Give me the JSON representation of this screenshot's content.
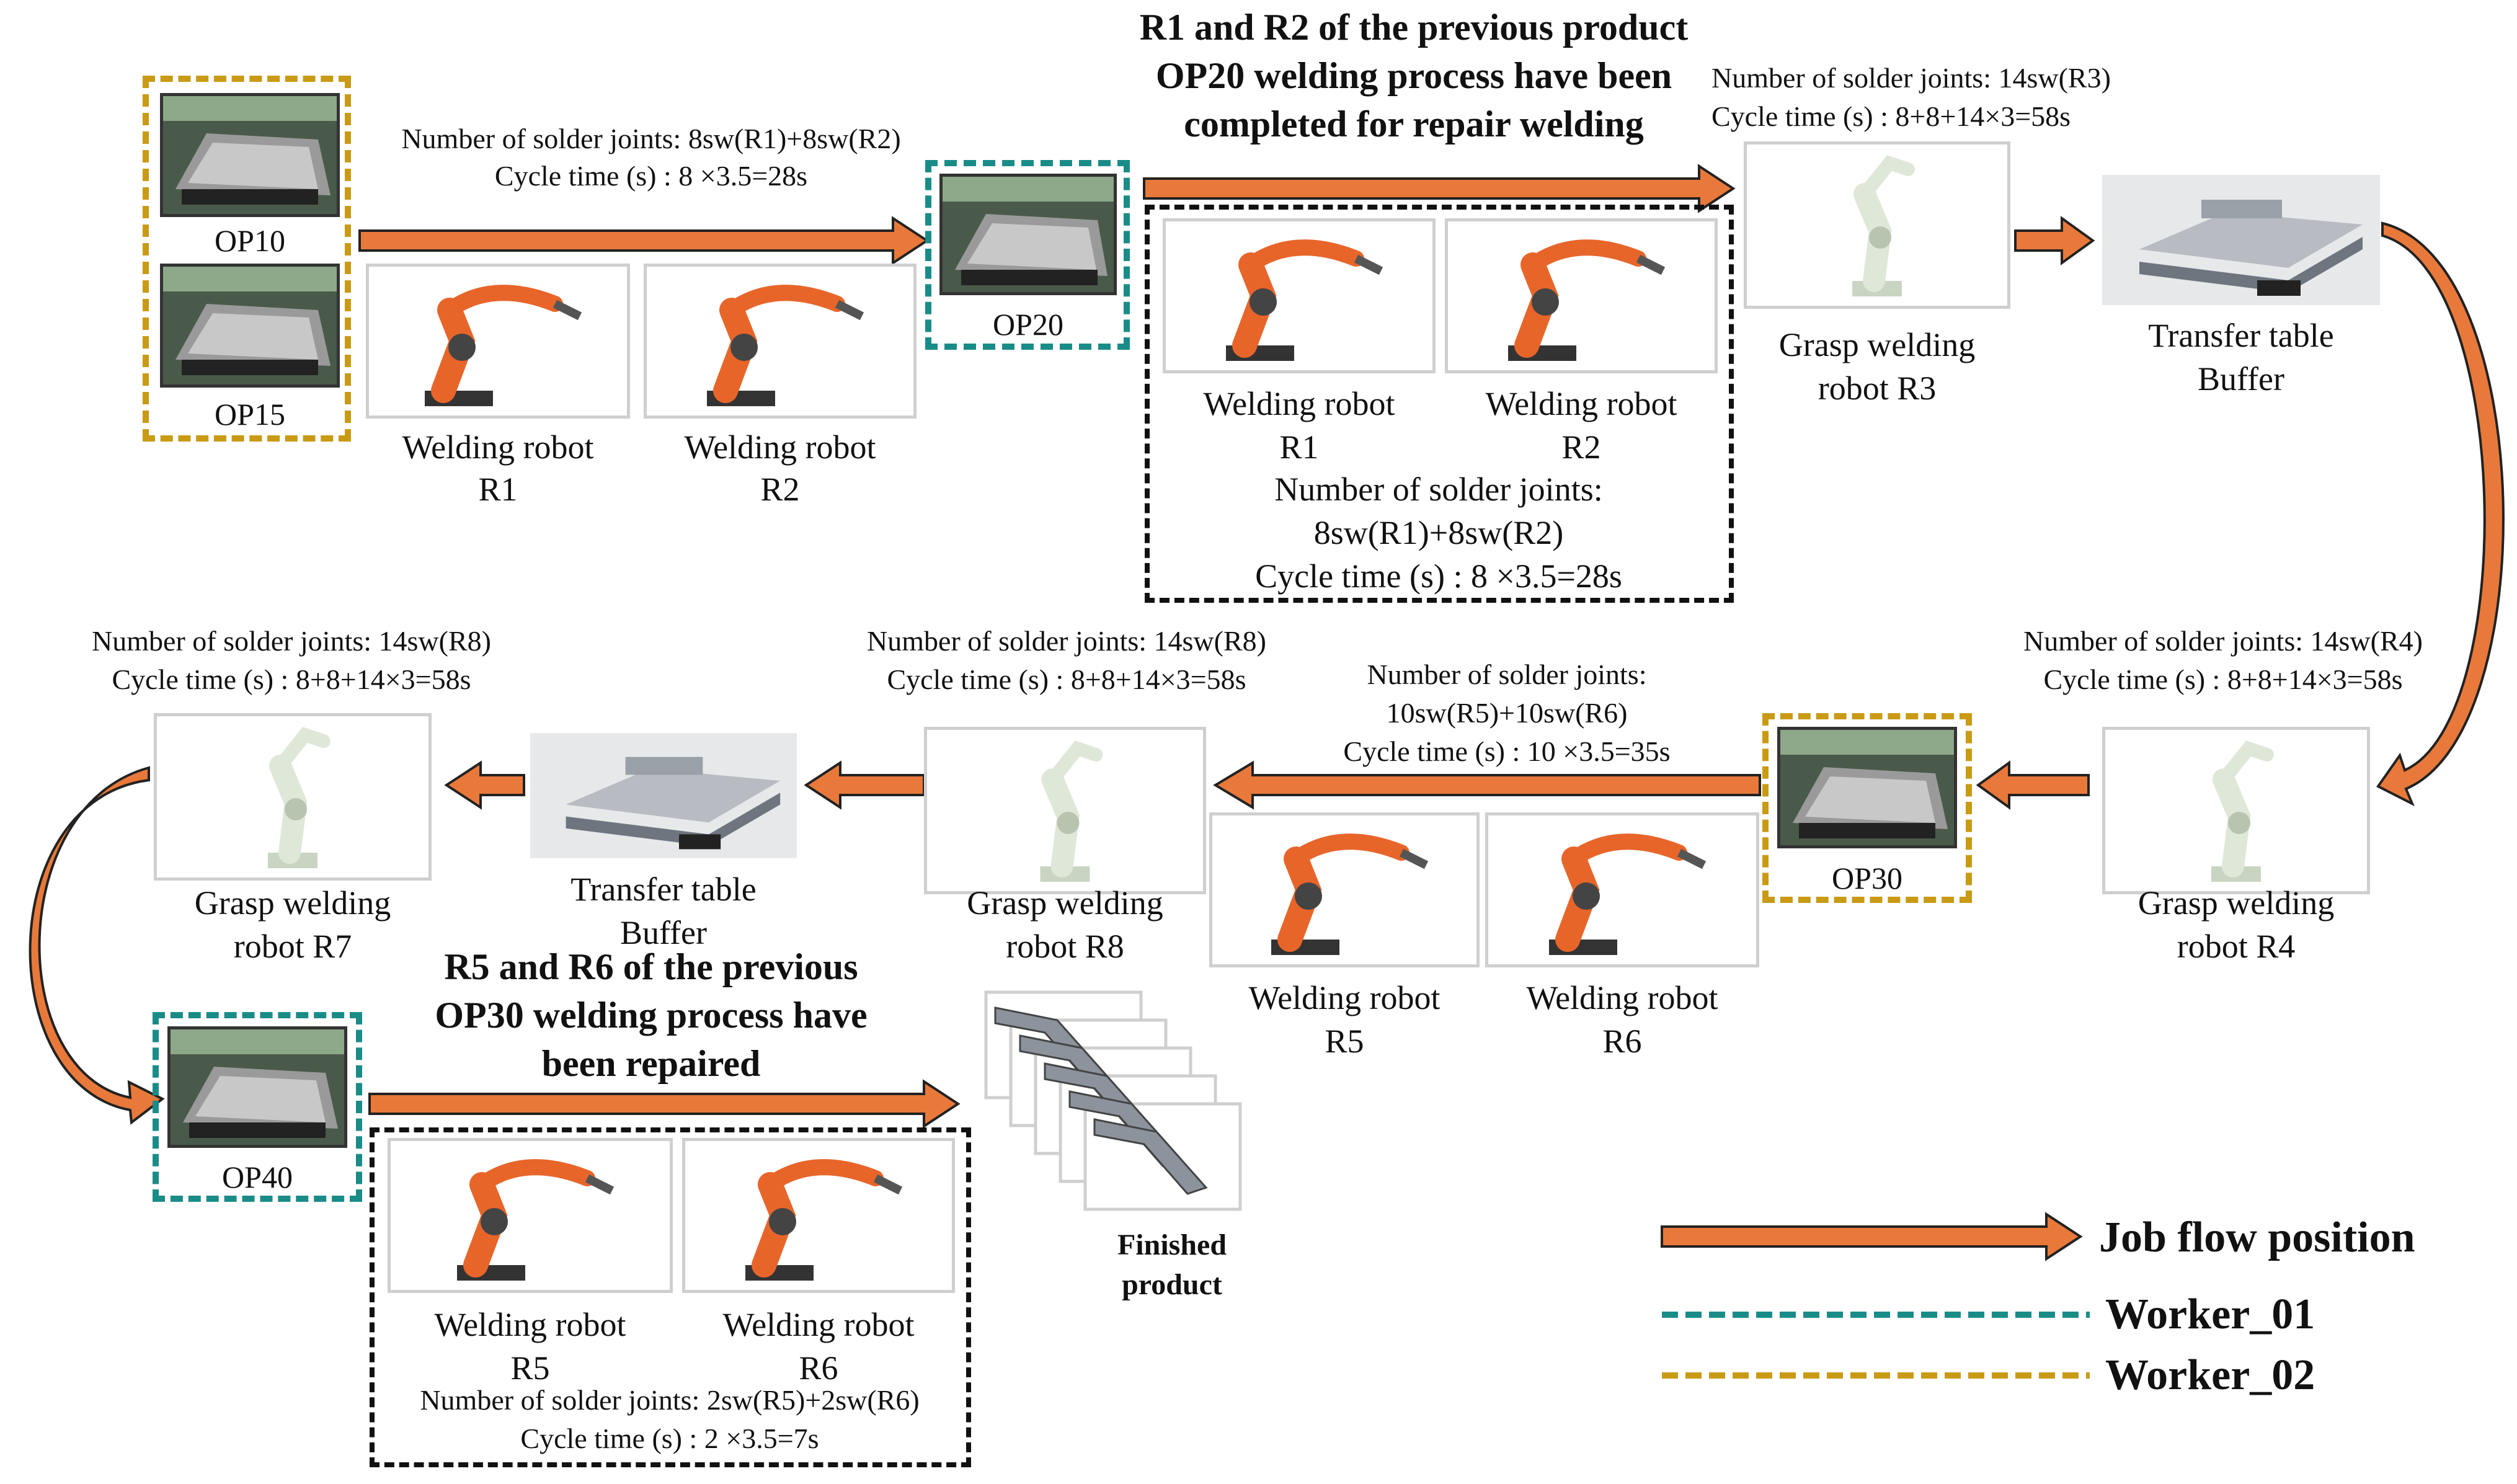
{
  "colors": {
    "arrow": "#e8793a",
    "arrow_stroke": "#222222",
    "worker01": "#1a8c88",
    "worker02": "#c99a14",
    "robot_orange": "#e8652a",
    "robot_grey": "#e6efe0"
  },
  "op10": {
    "label": "OP10"
  },
  "op15": {
    "label": "OP15"
  },
  "op20": {
    "label": "OP20"
  },
  "op30": {
    "label": "OP30"
  },
  "op40": {
    "label": "OP40"
  },
  "top_info": {
    "line1": "Number of solder joints: 8sw(R1)+8sw(R2)",
    "line2": "Cycle time (s) : 8  ×3.5=28s"
  },
  "r1": {
    "line1": "Welding robot",
    "line2": "R1"
  },
  "r2": {
    "line1": "Welding robot",
    "line2": "R2"
  },
  "op20_note": {
    "line1": "R1 and R2 of the previous product",
    "line2": "OP20 welding process have been",
    "line3": "completed for repair welding"
  },
  "repair_r1": {
    "line1": "Welding robot",
    "line2": "R1"
  },
  "repair_r2": {
    "line1": "Welding robot",
    "line2": "R2"
  },
  "repair_info": {
    "line1": "Number of solder joints:",
    "line2": "8sw(R1)+8sw(R2)",
    "line3": "Cycle time (s) : 8  ×3.5=28s"
  },
  "r3_info": {
    "line1": "Number of solder joints: 14sw(R3)",
    "line2": "Cycle time (s) : 8+8+14×3=58s"
  },
  "r3": {
    "line1": "Grasp welding",
    "line2": "robot R3"
  },
  "buffer1": {
    "line1": "Transfer table",
    "line2": "Buffer"
  },
  "r4_info": {
    "line1": "Number of solder joints: 14sw(R4)",
    "line2": "Cycle time (s) : 8+8+14×3=58s"
  },
  "r4": {
    "line1": "Grasp welding",
    "line2": "robot R4"
  },
  "op30_info": {
    "line1": "Number of solder joints:",
    "line2": "10sw(R5)+10sw(R6)",
    "line3": "Cycle time (s) : 10  ×3.5=35s"
  },
  "r5": {
    "line1": "Welding robot",
    "line2": "R5"
  },
  "r6": {
    "line1": "Welding robot",
    "line2": "R6"
  },
  "r8_info": {
    "line1": "Number of solder joints: 14sw(R8)",
    "line2": "Cycle time (s) : 8+8+14×3=58s"
  },
  "r8": {
    "line1": "Grasp welding",
    "line2": "robot R8"
  },
  "buffer2": {
    "line1": "Transfer table",
    "line2": "Buffer"
  },
  "r7_info": {
    "line1": "Number of solder joints: 14sw(R8)",
    "line2": "Cycle time (s) : 8+8+14×3=58s"
  },
  "r7": {
    "line1": "Grasp welding",
    "line2": "robot R7"
  },
  "op40_note": {
    "line1": "R5 and R6 of the previous",
    "line2": "OP30 welding process have",
    "line3": "been repaired"
  },
  "repair_r5": {
    "line1": "Welding robot",
    "line2": "R5"
  },
  "repair_r6": {
    "line1": "Welding robot",
    "line2": "R6"
  },
  "op40_info": {
    "line1": "Number of solder joints: 2sw(R5)+2sw(R6)",
    "line2": "Cycle time (s) : 2  ×3.5=7s"
  },
  "finished": {
    "line1": "Finished",
    "line2": "product"
  },
  "legend": {
    "flow": "Job flow position",
    "worker01": "Worker_01",
    "worker02": "Worker_02"
  }
}
